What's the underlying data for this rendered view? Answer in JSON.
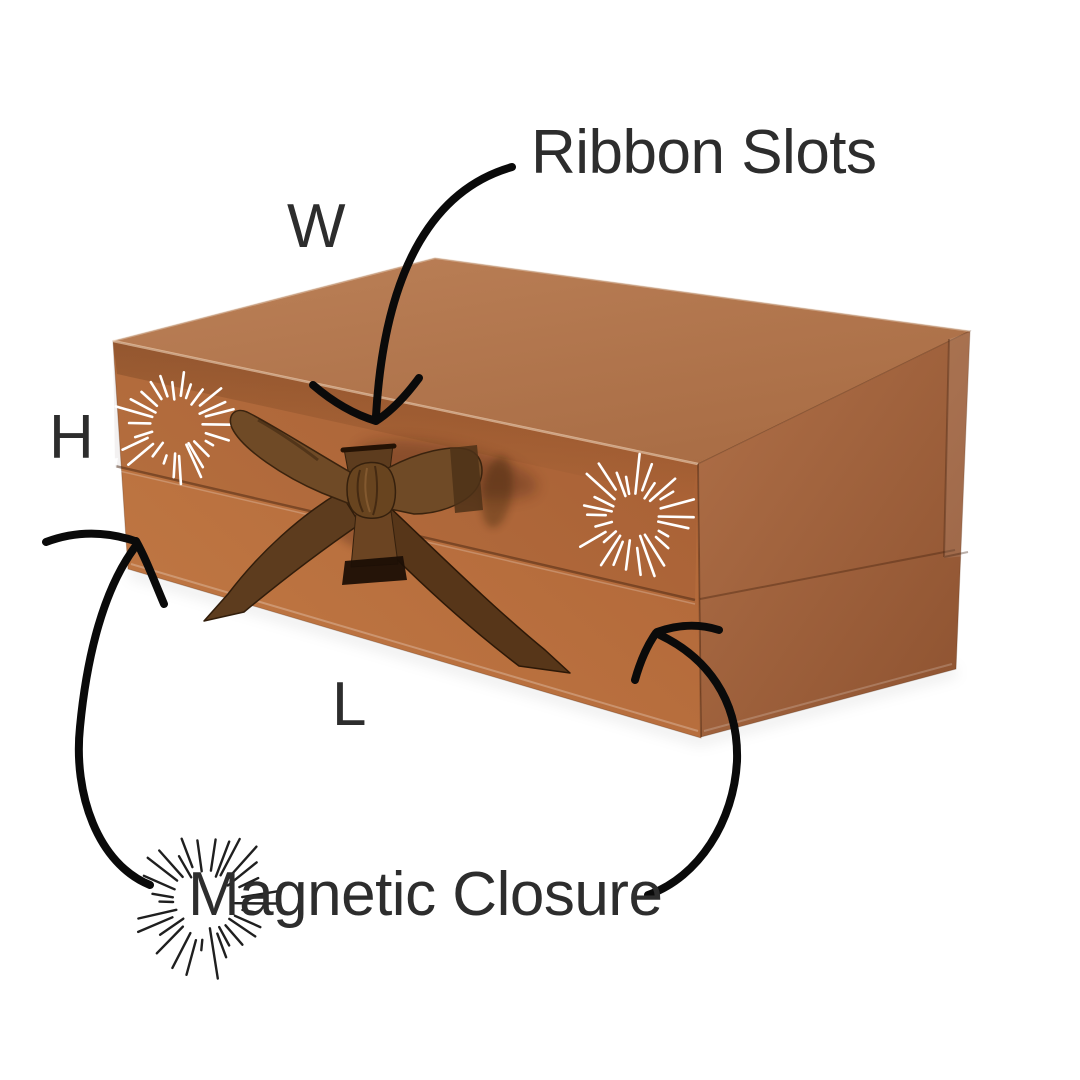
{
  "page": {
    "background_color": "#ffffff"
  },
  "labels": {
    "ribbon_slots": "Ribbon Slots",
    "magnetic_closure": "Magnetic Closure",
    "width": "W",
    "height": "H",
    "length": "L"
  },
  "colors": {
    "bg": "#ffffff",
    "text": "#2d2d2d",
    "arrow": "#0a0a0a",
    "box-top-light": "#bb8057",
    "box-top-deep": "#a96d45",
    "box-front-light": "#c27a45",
    "box-front-deep": "#b06638",
    "box-right-light": "#b07048",
    "box-right-deep": "#8d5230",
    "box-edge": "#8a4f28",
    "ribbon": "#6f4a26",
    "ribbon-dark": "#4e3118",
    "ribbon-deep": "#241204",
    "ribbon-light": "#8a5f33",
    "starburst-white": "#ffffff",
    "starburst-dark": "#1f1f1f"
  },
  "icons": {
    "box_sparkle_left": "starburst-icon",
    "box_sparkle_right": "starburst-icon",
    "closure_sparkle": "starburst-icon",
    "ribbon_slots_pointer": "curved-arrow-icon",
    "closure_pointer_left": "curved-arrow-icon",
    "closure_pointer_right": "curved-arrow-icon"
  }
}
